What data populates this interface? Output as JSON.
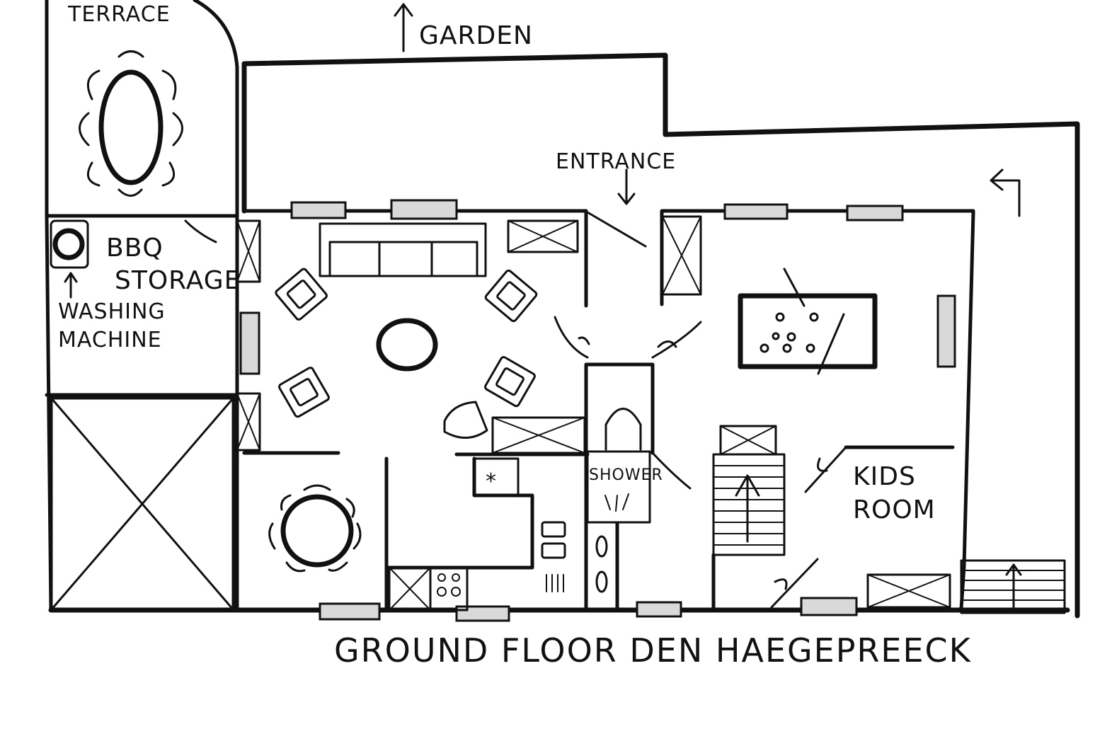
{
  "plan": {
    "title": "GROUND FLOOR DEN HAEGEPREECK",
    "labels": {
      "terrace": "TERRACE",
      "garden": "GARDEN",
      "entrance": "ENTRANCE",
      "bbq_storage_line1": "BBQ",
      "bbq_storage_line2": "STORAGE",
      "washing_line1": "WASHING",
      "washing_line2": "MACHINE",
      "shower": "SHOWER",
      "kids_line1": "KIDS",
      "kids_line2": "ROOM"
    },
    "icons": {
      "garden_arrow": "arrow-up-icon",
      "entrance_arrow": "arrow-down-icon",
      "return_arrow": "return-arrow-icon",
      "stairs": "stairs-icon"
    }
  }
}
